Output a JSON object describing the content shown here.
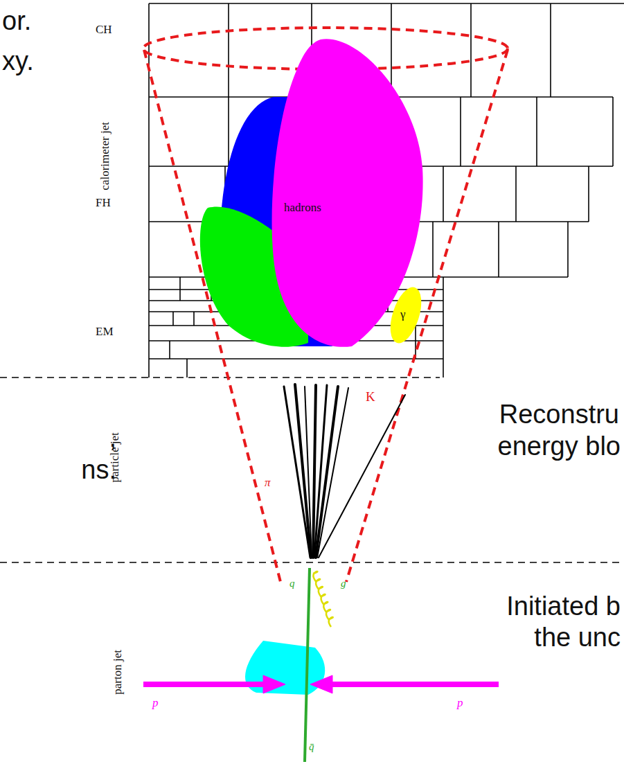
{
  "diagram": {
    "nodes": [
      {
        "text": [
          "hadrons"
        ]
      },
      {
        "text": [
          "γ"
        ]
      }
    ],
    "labels": [
      "or.",
      "xy.",
      "CH",
      "calorimeter jet",
      "FH",
      "EM",
      "Reconstru",
      "energy blo",
      "K",
      "π",
      ",",
      "ns.",
      "particle jet",
      "q",
      "g",
      "parton jet",
      "Initiated b",
      "the unc",
      "p",
      "p",
      "q̄"
    ]
  }
}
